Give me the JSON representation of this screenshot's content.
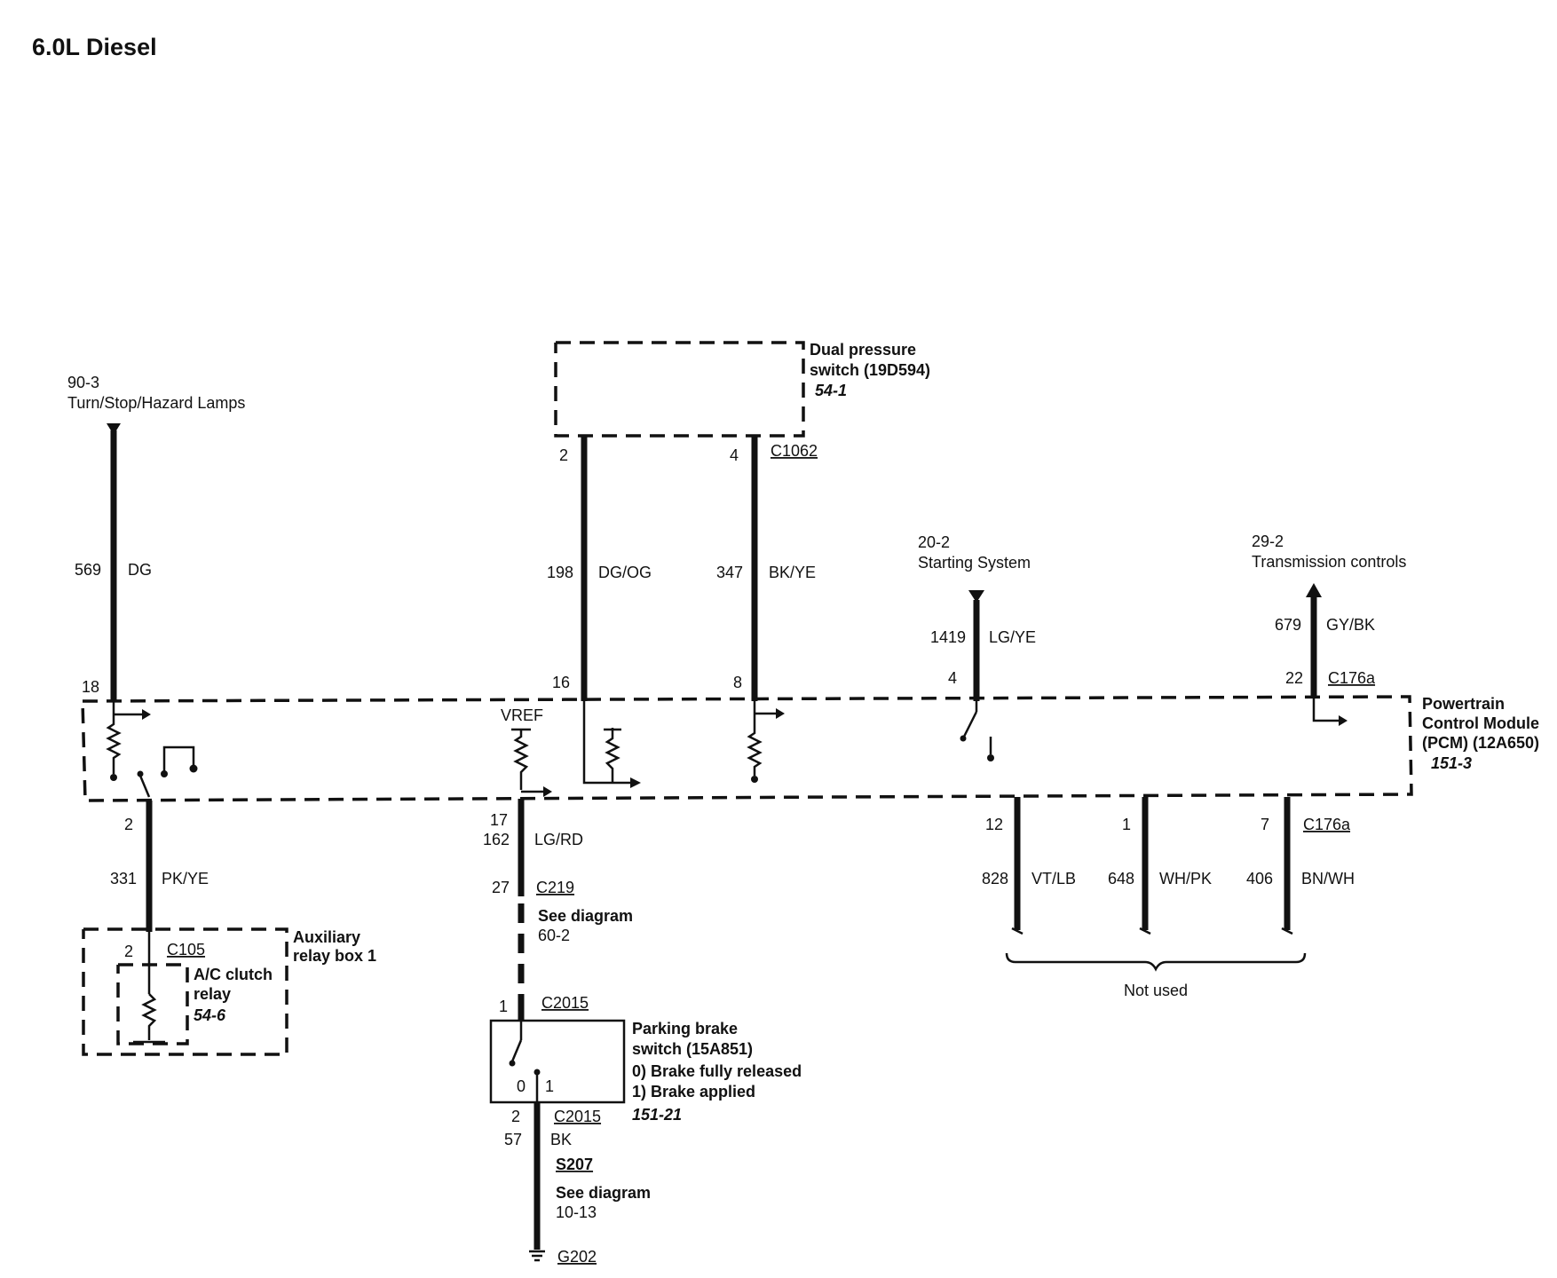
{
  "title": "6.0L Diesel",
  "top_left_ref": {
    "page": "90-3",
    "label": "Turn/Stop/Hazard Lamps"
  },
  "dual_pressure_switch": {
    "line1": "Dual pressure",
    "line2": "switch (19D594)",
    "page": "54-1",
    "connector": "C1062"
  },
  "starting_system": {
    "page": "20-2",
    "label": "Starting System"
  },
  "transmission": {
    "page": "29-2",
    "label": "Transmission controls"
  },
  "pcm": {
    "line1": "Powertrain",
    "line2": "Control Module",
    "line3": "(PCM) (12A650)",
    "page": "151-3",
    "connector_top": "C176a",
    "connector_bottom": "C176a",
    "vref": "VREF"
  },
  "wires": {
    "w569": {
      "circuit": "569",
      "color": "DG",
      "pin_pcm": "18"
    },
    "w198": {
      "circuit": "198",
      "color": "DG/OG",
      "pin_top": "2",
      "pin_pcm": "16"
    },
    "w347": {
      "circuit": "347",
      "color": "BK/YE",
      "pin_top": "4",
      "pin_pcm": "8"
    },
    "w1419": {
      "circuit": "1419",
      "color": "LG/YE",
      "pin_pcm": "4"
    },
    "w679": {
      "circuit": "679",
      "color": "GY/BK",
      "pin_pcm": "22"
    },
    "w331": {
      "circuit": "331",
      "color": "PK/YE",
      "pin_pcm": "2",
      "pin_relay": "2"
    },
    "w162": {
      "circuit": "162",
      "color": "LG/RD",
      "pin_pcm": "17"
    },
    "w828": {
      "circuit": "828",
      "color": "VT/LB",
      "pin_pcm": "12"
    },
    "w648": {
      "circuit": "648",
      "color": "WH/PK",
      "pin_pcm": "1"
    },
    "w406": {
      "circuit": "406",
      "color": "BN/WH",
      "pin_pcm": "7"
    },
    "w57": {
      "circuit": "57",
      "color": "BK"
    }
  },
  "c219": {
    "pin": "27",
    "name": "C219",
    "see": "See diagram",
    "see_page": "60-2"
  },
  "aux_relay": {
    "connector": "C105",
    "box_line1": "Auxiliary",
    "box_line2": "relay box 1",
    "relay_line1": "A/C clutch",
    "relay_line2": "relay",
    "page": "54-6"
  },
  "parking_brake": {
    "line1": "Parking brake",
    "line2": "switch (15A851)",
    "state0": "0) Brake fully released",
    "state1": "1) Brake applied",
    "page": "151-21",
    "connector_top": "C2015",
    "pin_top": "1",
    "connector_bottom": "C2015",
    "pin_bottom": "2",
    "pos0": "0",
    "pos1": "1"
  },
  "splice": {
    "name": "S207",
    "see": "See diagram",
    "see_page": "10-13"
  },
  "ground": "G202",
  "not_used": "Not used"
}
